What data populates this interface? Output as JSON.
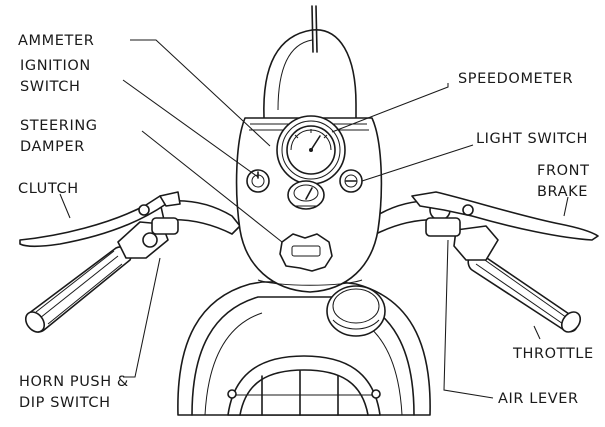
{
  "labels": {
    "ammeter": "AMMETER",
    "ignition_1": "IGNITION",
    "ignition_2": "SWITCH",
    "steering_1": "STEERING",
    "steering_2": "DAMPER",
    "clutch": "CLUTCH",
    "horn_1": "HORN PUSH &",
    "horn_2": "DIP SWITCH",
    "speedometer": "SPEEDOMETER",
    "light_switch": "LIGHT SWITCH",
    "front_brake_1": "FRONT",
    "front_brake_2": "BRAKE",
    "throttle": "THROTTLE",
    "air_lever": "AIR LEVER"
  }
}
